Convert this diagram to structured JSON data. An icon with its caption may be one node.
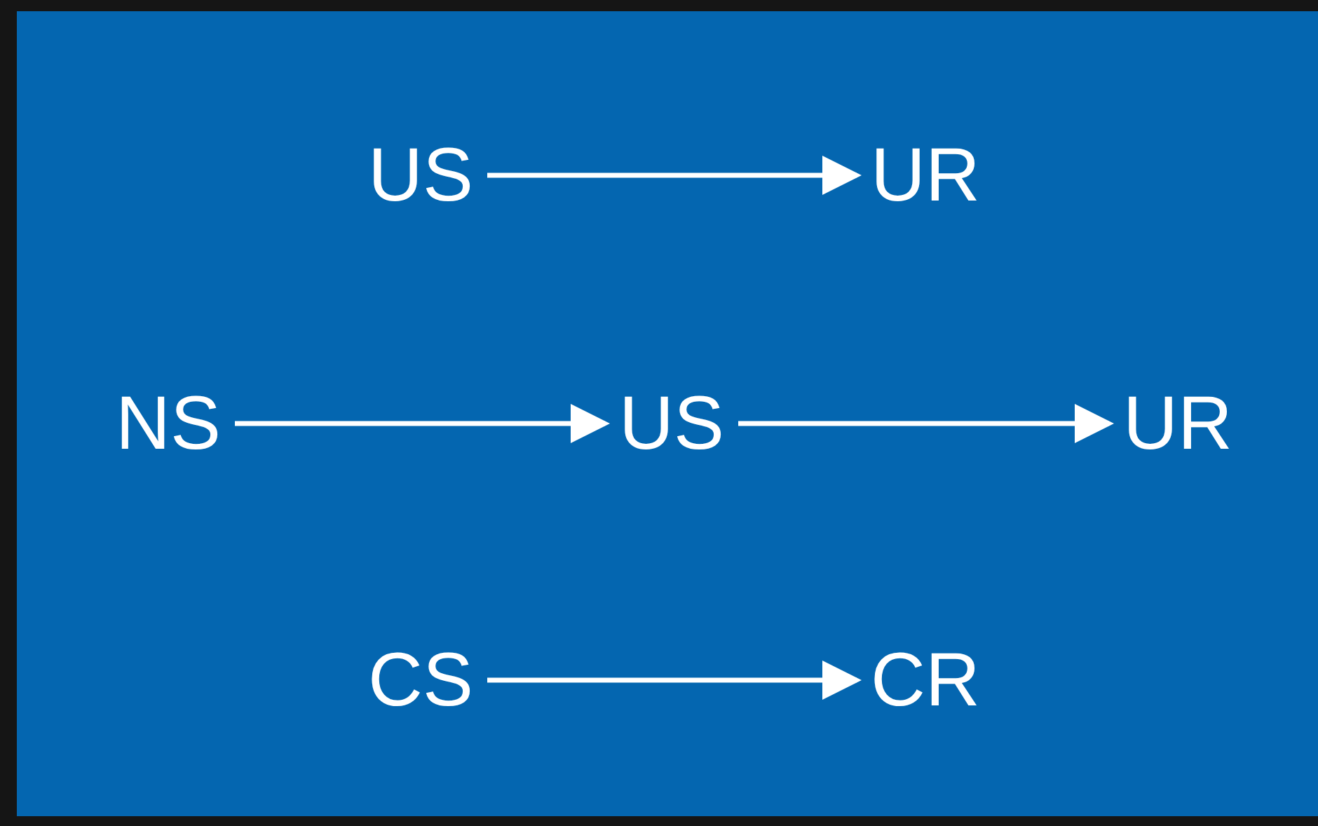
{
  "diagram": {
    "nodes": [
      {
        "text": [
          "US"
        ]
      },
      {
        "text": [
          "UR"
        ]
      },
      {
        "text": [
          "NS"
        ]
      },
      {
        "text": [
          "US"
        ]
      },
      {
        "text": [
          "UR"
        ]
      },
      {
        "text": [
          "CS"
        ]
      },
      {
        "text": [
          "CR"
        ]
      }
    ],
    "edges": [
      {
        "from": 0,
        "to": 1,
        "arrow": "to"
      },
      {
        "from": 2,
        "to": 3,
        "arrow": "to"
      },
      {
        "from": 3,
        "to": 4,
        "arrow": "to"
      },
      {
        "from": 5,
        "to": 6,
        "arrow": "to"
      }
    ]
  }
}
